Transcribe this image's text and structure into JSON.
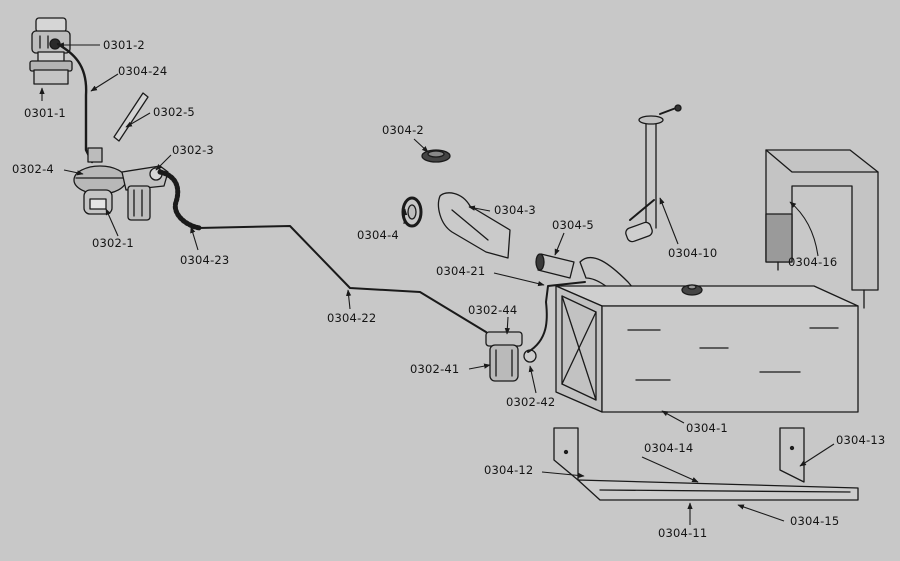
{
  "labels": {
    "l0301_2": "0301-2",
    "l0304_24": "0304-24",
    "l0301_1": "0301-1",
    "l0302_5": "0302-5",
    "l0302_4": "0302-4",
    "l0302_3": "0302-3",
    "l0302_1": "0302-1",
    "l0304_23": "0304-23",
    "l0304_2": "0304-2",
    "l0304_3": "0304-3",
    "l0304_4": "0304-4",
    "l0304_5": "0304-5",
    "l0304_10": "0304-10",
    "l0304_16": "0304-16",
    "l0304_21": "0304-21",
    "l0304_22": "0304-22",
    "l0302_44": "0302-44",
    "l0302_41": "0302-41",
    "l0302_42": "0302-42",
    "l0304_1": "0304-1",
    "l0304_13": "0304-13",
    "l0304_14": "0304-14",
    "l0304_12": "0304-12",
    "l0304_11": "0304-11",
    "l0304_15": "0304-15"
  }
}
